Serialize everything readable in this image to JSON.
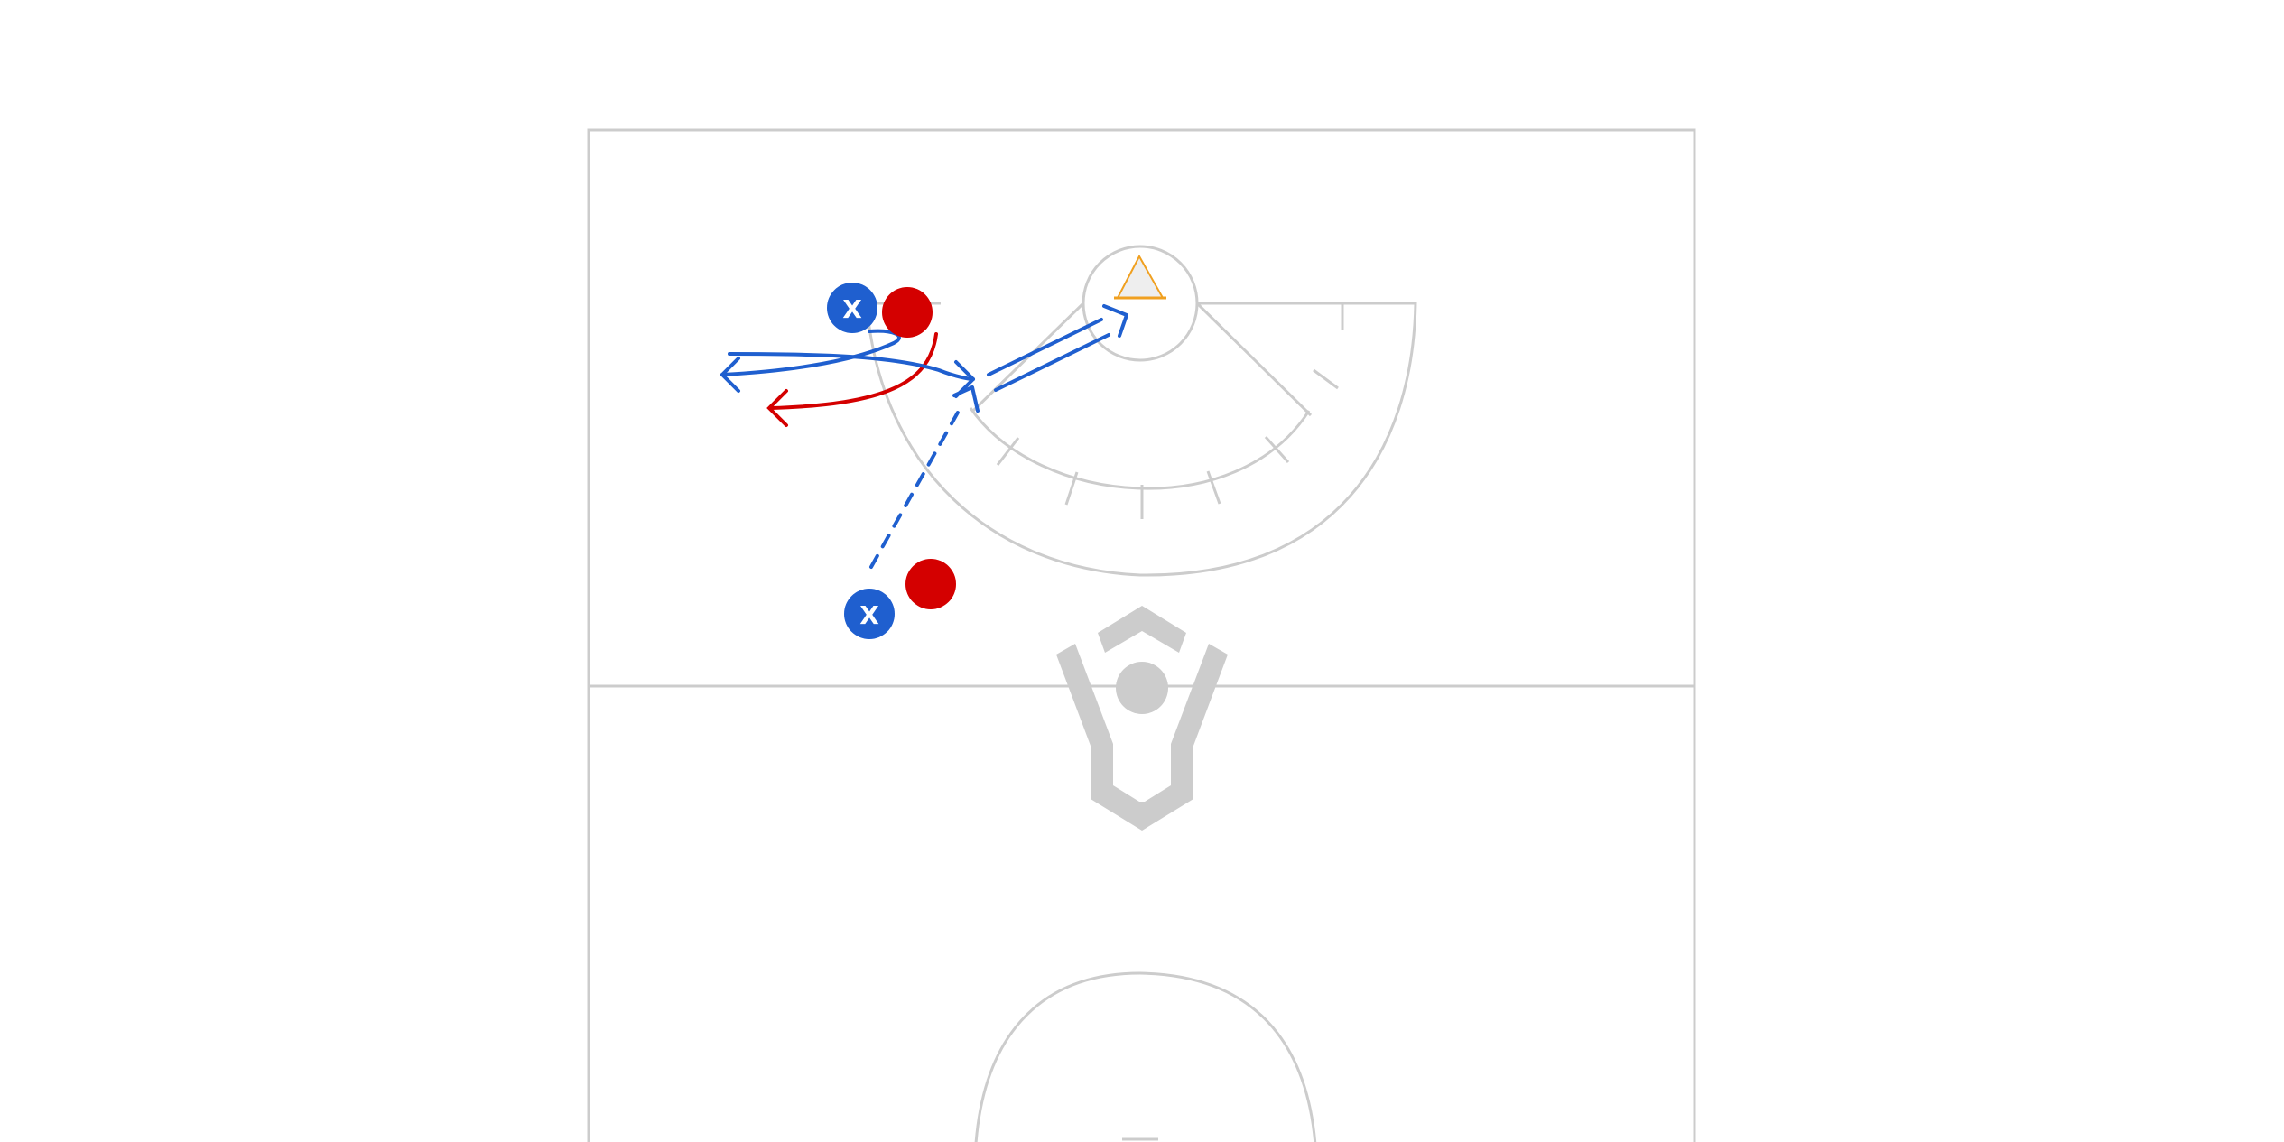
{
  "colors": {
    "court_line": "#cccccc",
    "offense": "#d40000",
    "defense": "#1f5fcf",
    "cone_fill": "#eeeeee",
    "cone_stroke": "#f0a020",
    "logo": "#cccccc"
  },
  "players": [
    {
      "team": "defense",
      "label": "X"
    },
    {
      "team": "defense",
      "label": "X"
    },
    {
      "team": "offense",
      "label": ""
    },
    {
      "team": "offense",
      "label": ""
    }
  ],
  "icons": {
    "cone": "cone-icon",
    "logo": "lacrosse-logo-icon"
  }
}
